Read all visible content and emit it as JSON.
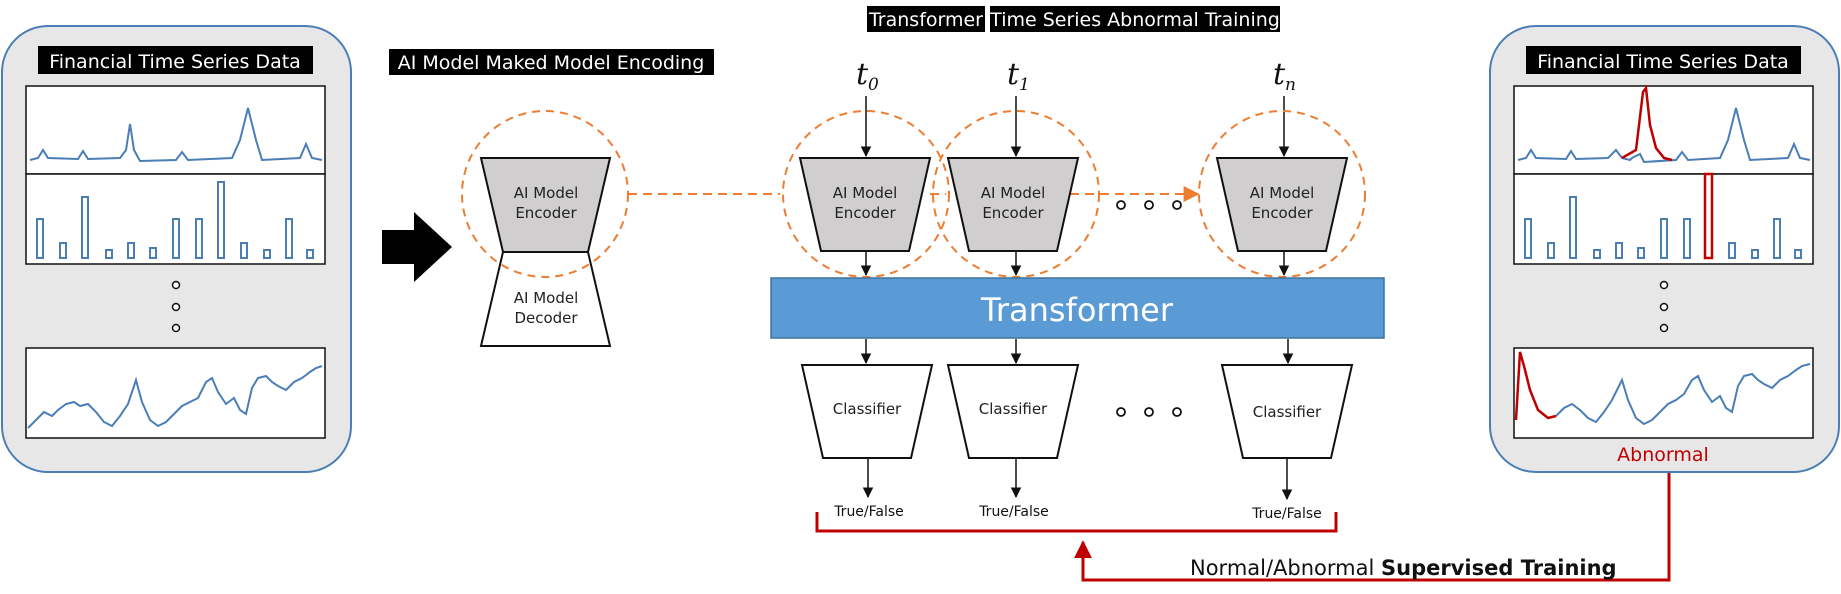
{
  "titles": {
    "main_prefix": "Transformer",
    "main_suffix": "Time Series Abnormal Training",
    "left_panel": "Financial Time Series Data",
    "right_panel": "Financial Time Series Data",
    "encoding": "AI Model Maked Model Encoding"
  },
  "autoencoder": {
    "encoder_line1": "AI Model",
    "encoder_line2": "Encoder",
    "decoder_line1": "AI Model",
    "decoder_line2": "Decoder"
  },
  "time_steps": {
    "symbol": "t",
    "labels": [
      "0",
      "1",
      "n"
    ]
  },
  "encoders": [
    {
      "line1": "AI Model",
      "line2": "Encoder"
    },
    {
      "line1": "AI Model",
      "line2": "Encoder"
    },
    {
      "line1": "AI Model",
      "line2": "Encoder"
    }
  ],
  "transformer_label": "Transformer",
  "classifiers": [
    "Classifier",
    "Classifier",
    "Classifier"
  ],
  "outputs": [
    "True/False",
    "True/False",
    "True/False"
  ],
  "abnormal_label": "Abnormal",
  "supervision": {
    "normal_text": "Normal/Abnormal ",
    "bold_text": "Supervised Training"
  },
  "colors": {
    "panel_fill": "#e7e7e7",
    "panel_border": "#4a7eb5",
    "series_line": "#4a7eb5",
    "anomaly": "#c00000",
    "transformer_fill": "#5b9bd5",
    "encoder_fill": "#d0cece",
    "dash_orange": "#ed7d31"
  },
  "icons": [
    "right-arrow-icon",
    "ellipsis-icon"
  ]
}
